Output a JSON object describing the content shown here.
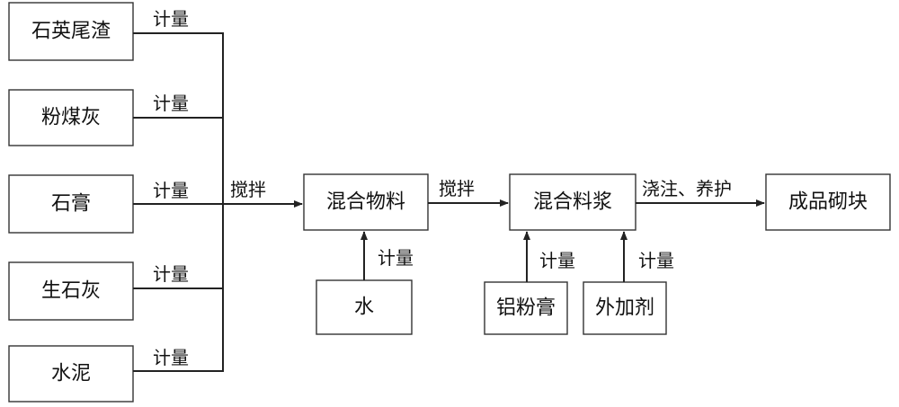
{
  "raw_materials": {
    "quartz_tailings": "石英尾渣",
    "fly_ash": "粉煤灰",
    "gypsum": "石膏",
    "quicklime": "生石灰",
    "cement": "水泥"
  },
  "process_nodes": {
    "mixed_material": "混合物料",
    "mixed_slurry": "混合料浆",
    "finished_block": "成品砌块"
  },
  "additives": {
    "water": "水",
    "aluminum_paste": "铝粉膏",
    "admixture": "外加剂"
  },
  "edge_labels": {
    "metering": "计量",
    "stirring": "搅拌",
    "pouring_curing": "浇注、养护"
  }
}
